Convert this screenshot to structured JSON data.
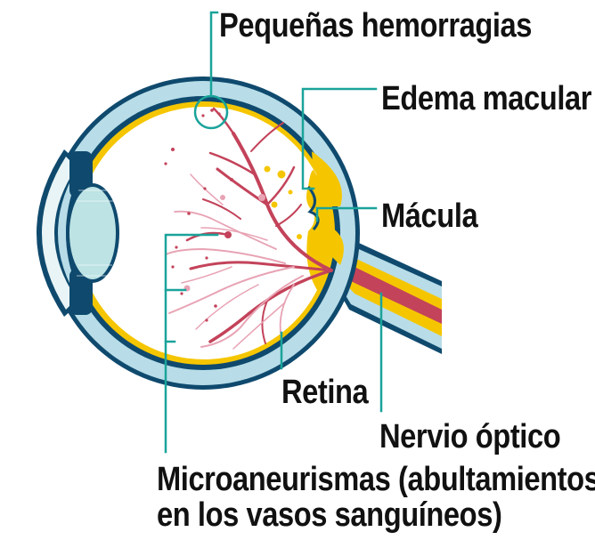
{
  "labels": {
    "hemorrhages": "Pequeñas hemorragias",
    "macular_edema": "Edema macular",
    "macula": "Mácula",
    "retina": "Retina",
    "optic_nerve": "Nervio óptico",
    "microaneurysms_line1": "Microaneurismas (abultamientos",
    "microaneurysms_line2": "en los vasos sanguíneos)"
  },
  "colors": {
    "sclera": "#b8dde8",
    "outline": "#0f4a6e",
    "retina": "#f5c600",
    "vessel": "#c3435a",
    "vessel_light": "#e8a3b4",
    "leader": "#1aa39a",
    "lens": "#bde3e4"
  }
}
